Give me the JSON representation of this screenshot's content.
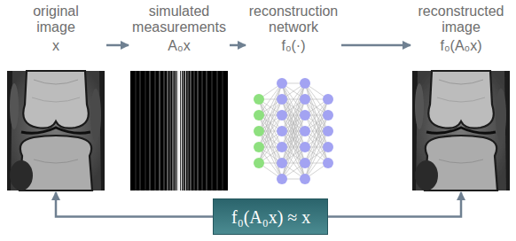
{
  "diagram": {
    "nodes": [
      {
        "text": [
          "original image",
          "x"
        ]
      },
      {
        "text": [
          "simulated measurements",
          "A₀x"
        ]
      },
      {
        "text": [
          "reconstruction network",
          "f₀(·)"
        ]
      },
      {
        "text": [
          "reconstructed image",
          "f₀(A₀x)"
        ]
      },
      {
        "text": [
          "f₀(A₀x) ≈ x"
        ]
      }
    ],
    "edges": [
      {
        "from": 0,
        "to": 1,
        "arrow": "to"
      },
      {
        "from": 1,
        "to": 2,
        "arrow": "to"
      },
      {
        "from": 2,
        "to": 3,
        "arrow": "to"
      },
      {
        "from": 4,
        "to": 0,
        "arrow": "to"
      },
      {
        "from": 4,
        "to": 3,
        "arrow": "to"
      }
    ]
  }
}
